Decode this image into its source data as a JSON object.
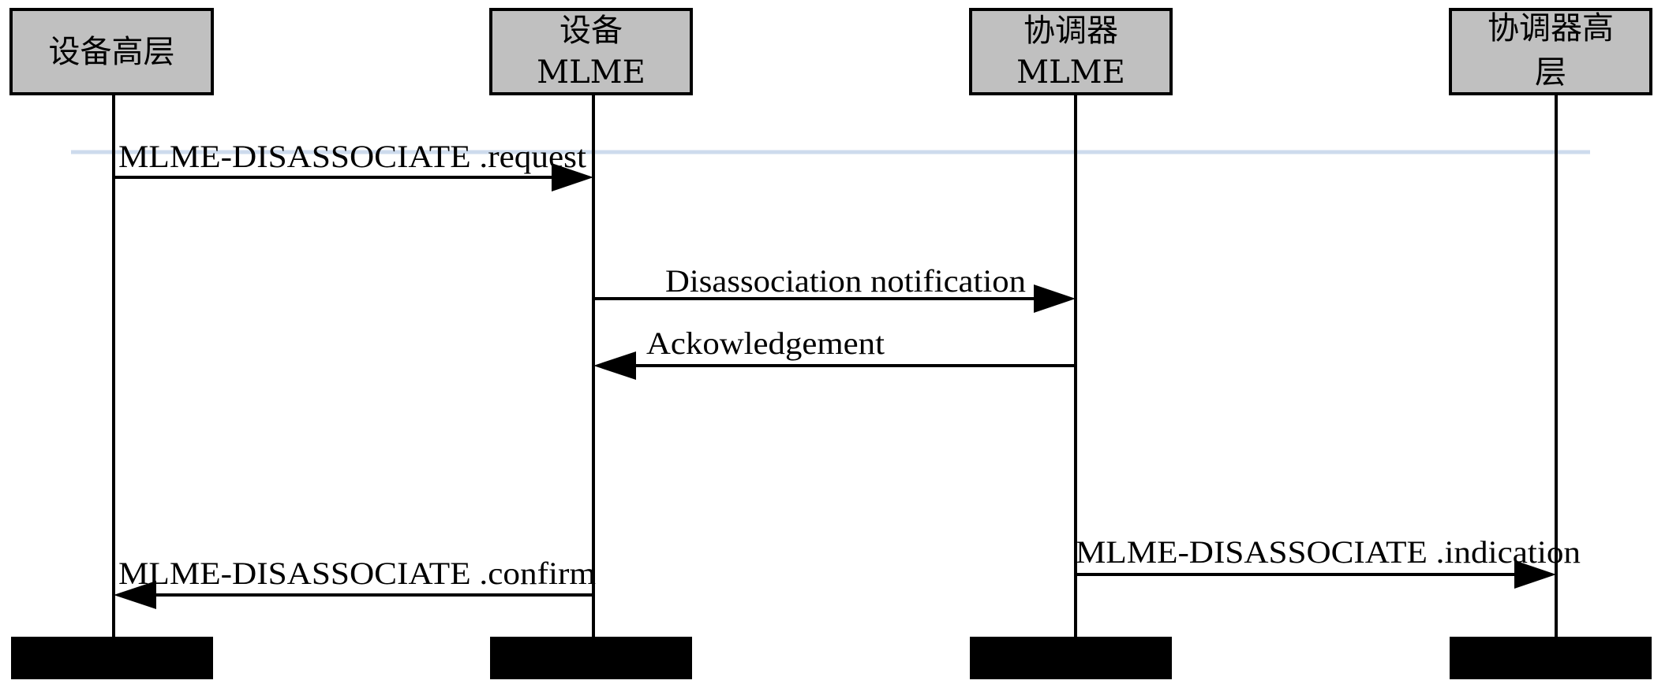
{
  "diagram": {
    "type": "sequence",
    "participants": [
      {
        "id": "device_hl",
        "label_lines": [
          "设备高层"
        ]
      },
      {
        "id": "device_mlme",
        "label_lines": [
          "设备",
          "MLME"
        ]
      },
      {
        "id": "coord_mlme",
        "label_lines": [
          "协调器",
          "MLME"
        ]
      },
      {
        "id": "coord_hl",
        "label_lines": [
          "协调器高",
          "层"
        ]
      }
    ],
    "messages": [
      {
        "id": "msg1",
        "label": "MLME-DISASSOCIATE .request",
        "from": "device_hl",
        "to": "device_mlme"
      },
      {
        "id": "msg2",
        "label": "Disassociation notification",
        "from": "device_mlme",
        "to": "coord_mlme"
      },
      {
        "id": "msg3",
        "label": "Ackowledgement",
        "from": "coord_mlme",
        "to": "device_mlme"
      },
      {
        "id": "msg4",
        "label": "MLME-DISASSOCIATE .indication",
        "from": "coord_mlme",
        "to": "coord_hl"
      },
      {
        "id": "msg5",
        "label": "MLME-DISASSOCIATE .confirm",
        "from": "device_mlme",
        "to": "device_hl"
      }
    ],
    "colors": {
      "header_fill": "#c0c0c0",
      "footer_fill": "#000000",
      "line": "#000000",
      "guide": "#c5d5ea"
    }
  }
}
